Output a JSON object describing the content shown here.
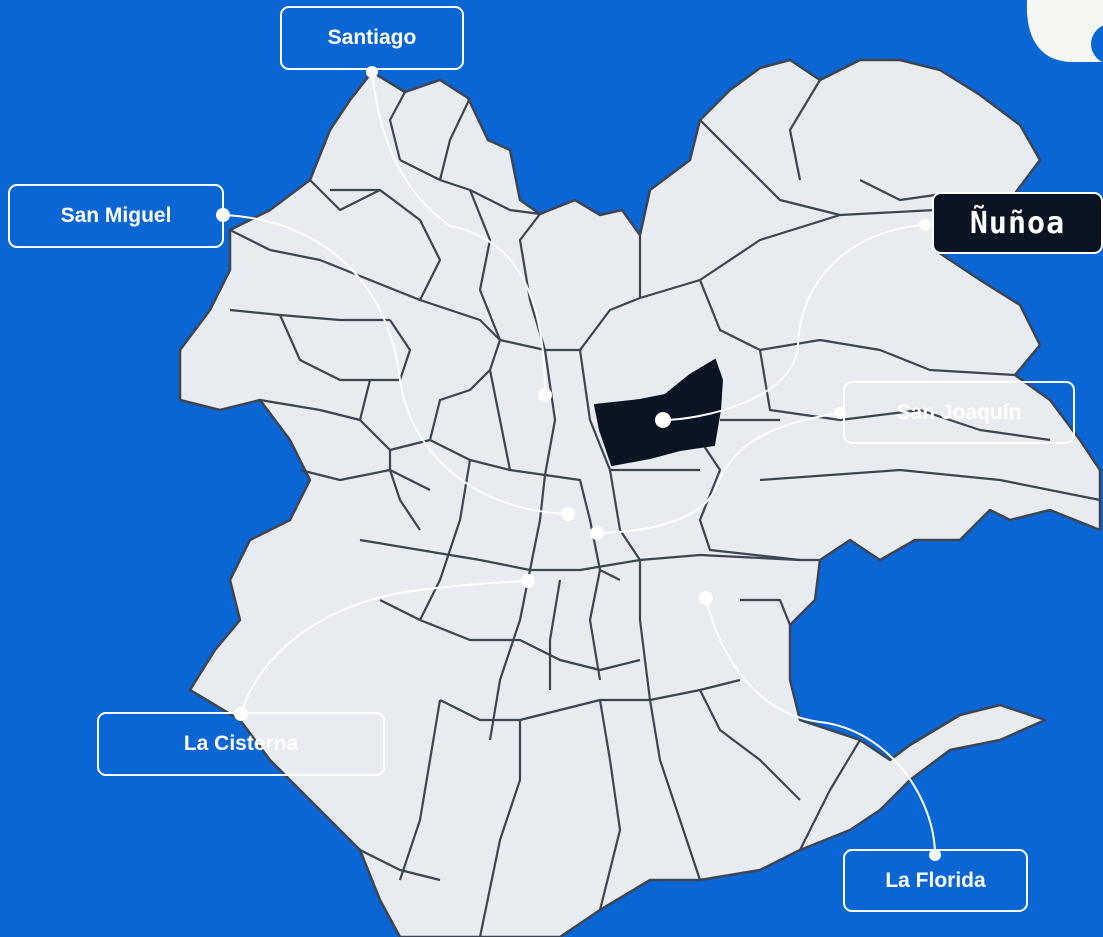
{
  "map": {
    "background_color": "#0a66d4",
    "land_color": "#e8ebf0",
    "border_color": "#3d4452",
    "highlight_color": "#0b1422",
    "connector_color": "#ffffff"
  },
  "labels": {
    "santiago": "Santiago",
    "san_miguel": "San Miguel",
    "nunoa": "Ñuñoa",
    "san_joaquin": "San Joaquín",
    "la_cisterna": "La Cisterna",
    "la_florida": "La Florida"
  },
  "selected_commune": "Ñuñoa"
}
